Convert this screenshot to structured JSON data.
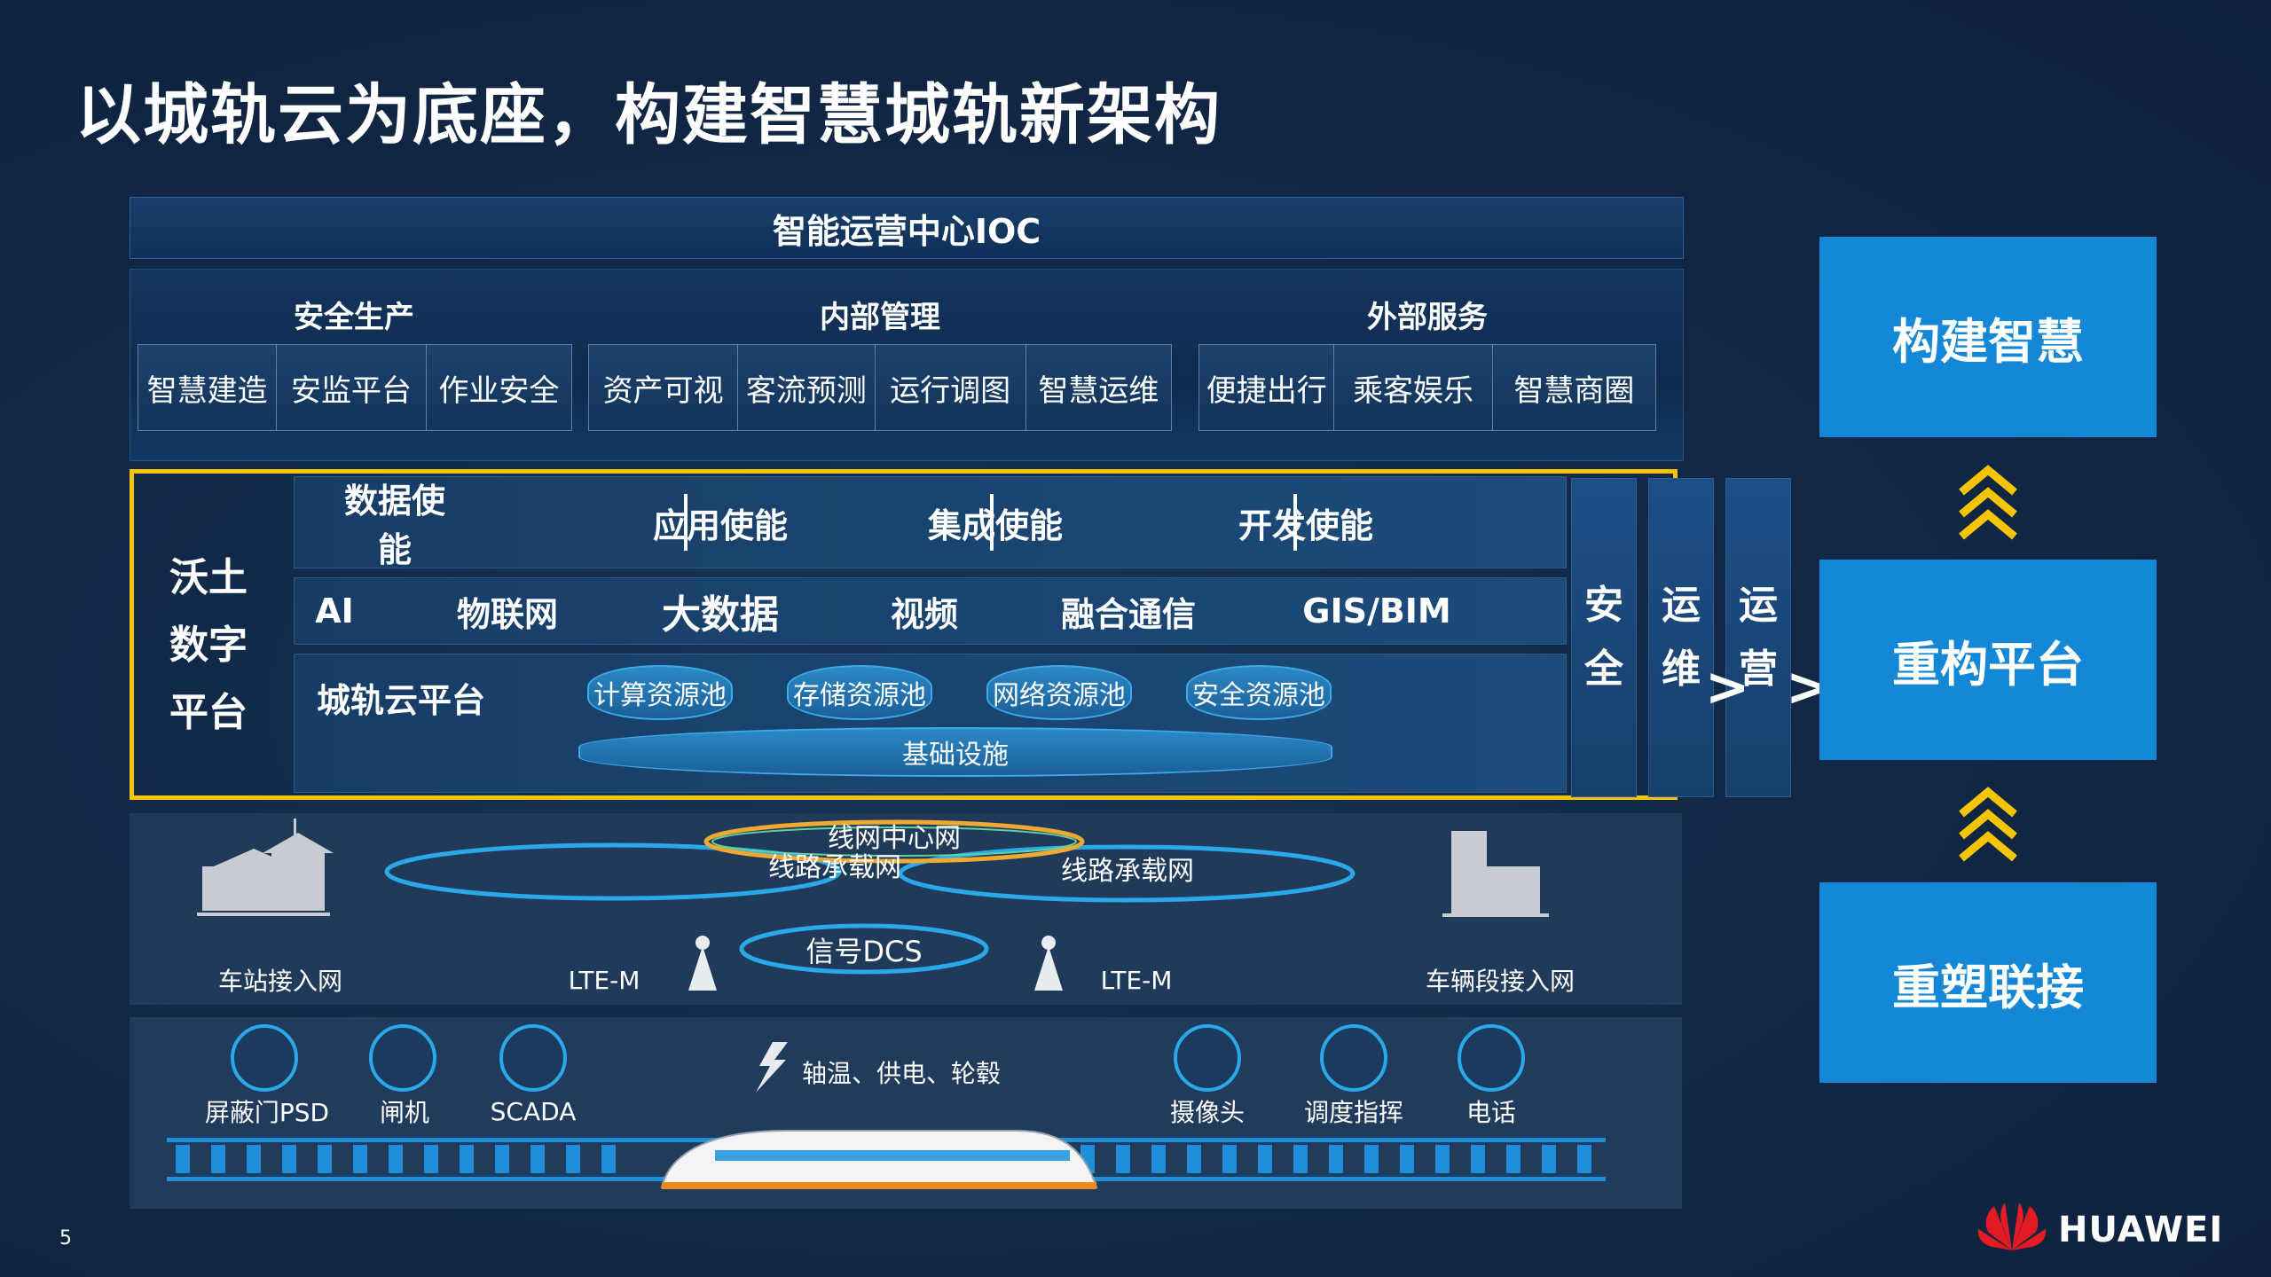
{
  "title": "以城轨云为底座，构建智慧城轨新架构",
  "ioc": "智能运营中心IOC",
  "groups": [
    {
      "title": "安全生产",
      "items": [
        "智慧建造",
        "安监平台",
        "作业安全"
      ]
    },
    {
      "title": "内部管理",
      "items": [
        "资产可视",
        "客流预测",
        "运行调图",
        "智慧运维"
      ]
    },
    {
      "title": "外部服务",
      "items": [
        "便捷出行",
        "乘客娱乐",
        "智慧商圈"
      ]
    }
  ],
  "platform": {
    "name_lines": [
      "沃土",
      "数字",
      "平台"
    ],
    "enablers": [
      "数据使能",
      "应用使能",
      "集成使能",
      "开发使能"
    ],
    "techs": [
      "AI",
      "物联网",
      "大数据",
      "视频",
      "融合通信",
      "GIS/BIM"
    ],
    "cloud_label": "城轨云平台",
    "pools": [
      "计算资源池",
      "存储资源池",
      "网络资源池",
      "安全资源池"
    ],
    "infra": "基础设施",
    "side_cols": [
      [
        "安",
        "全"
      ],
      [
        "运",
        "维"
      ],
      [
        "运",
        "营"
      ]
    ]
  },
  "network": {
    "center": "线网中心网",
    "line_left": "线路承载网",
    "line_right": "线路承载网",
    "dcs": "信号DCS",
    "station": "车站接入网",
    "lte_left": "LTE-M",
    "lte_right": "LTE-M",
    "depot": "车辆段接入网"
  },
  "devices": {
    "left": [
      "屏蔽门PSD",
      "闸机",
      "SCADA"
    ],
    "middle": "轴温、供电、轮毂",
    "right": [
      "摄像头",
      "调度指挥",
      "电话"
    ]
  },
  "arrow_text": "> >",
  "right_boxes": [
    "构建智慧",
    "重构平台",
    "重塑联接"
  ],
  "page_number": "5",
  "brand": "HUAWEI",
  "colors": {
    "background": "#0f2340",
    "accent_yellow": "#f5c400",
    "box_blue": "#1488d6",
    "ring_blue": "#2aa8e8"
  }
}
